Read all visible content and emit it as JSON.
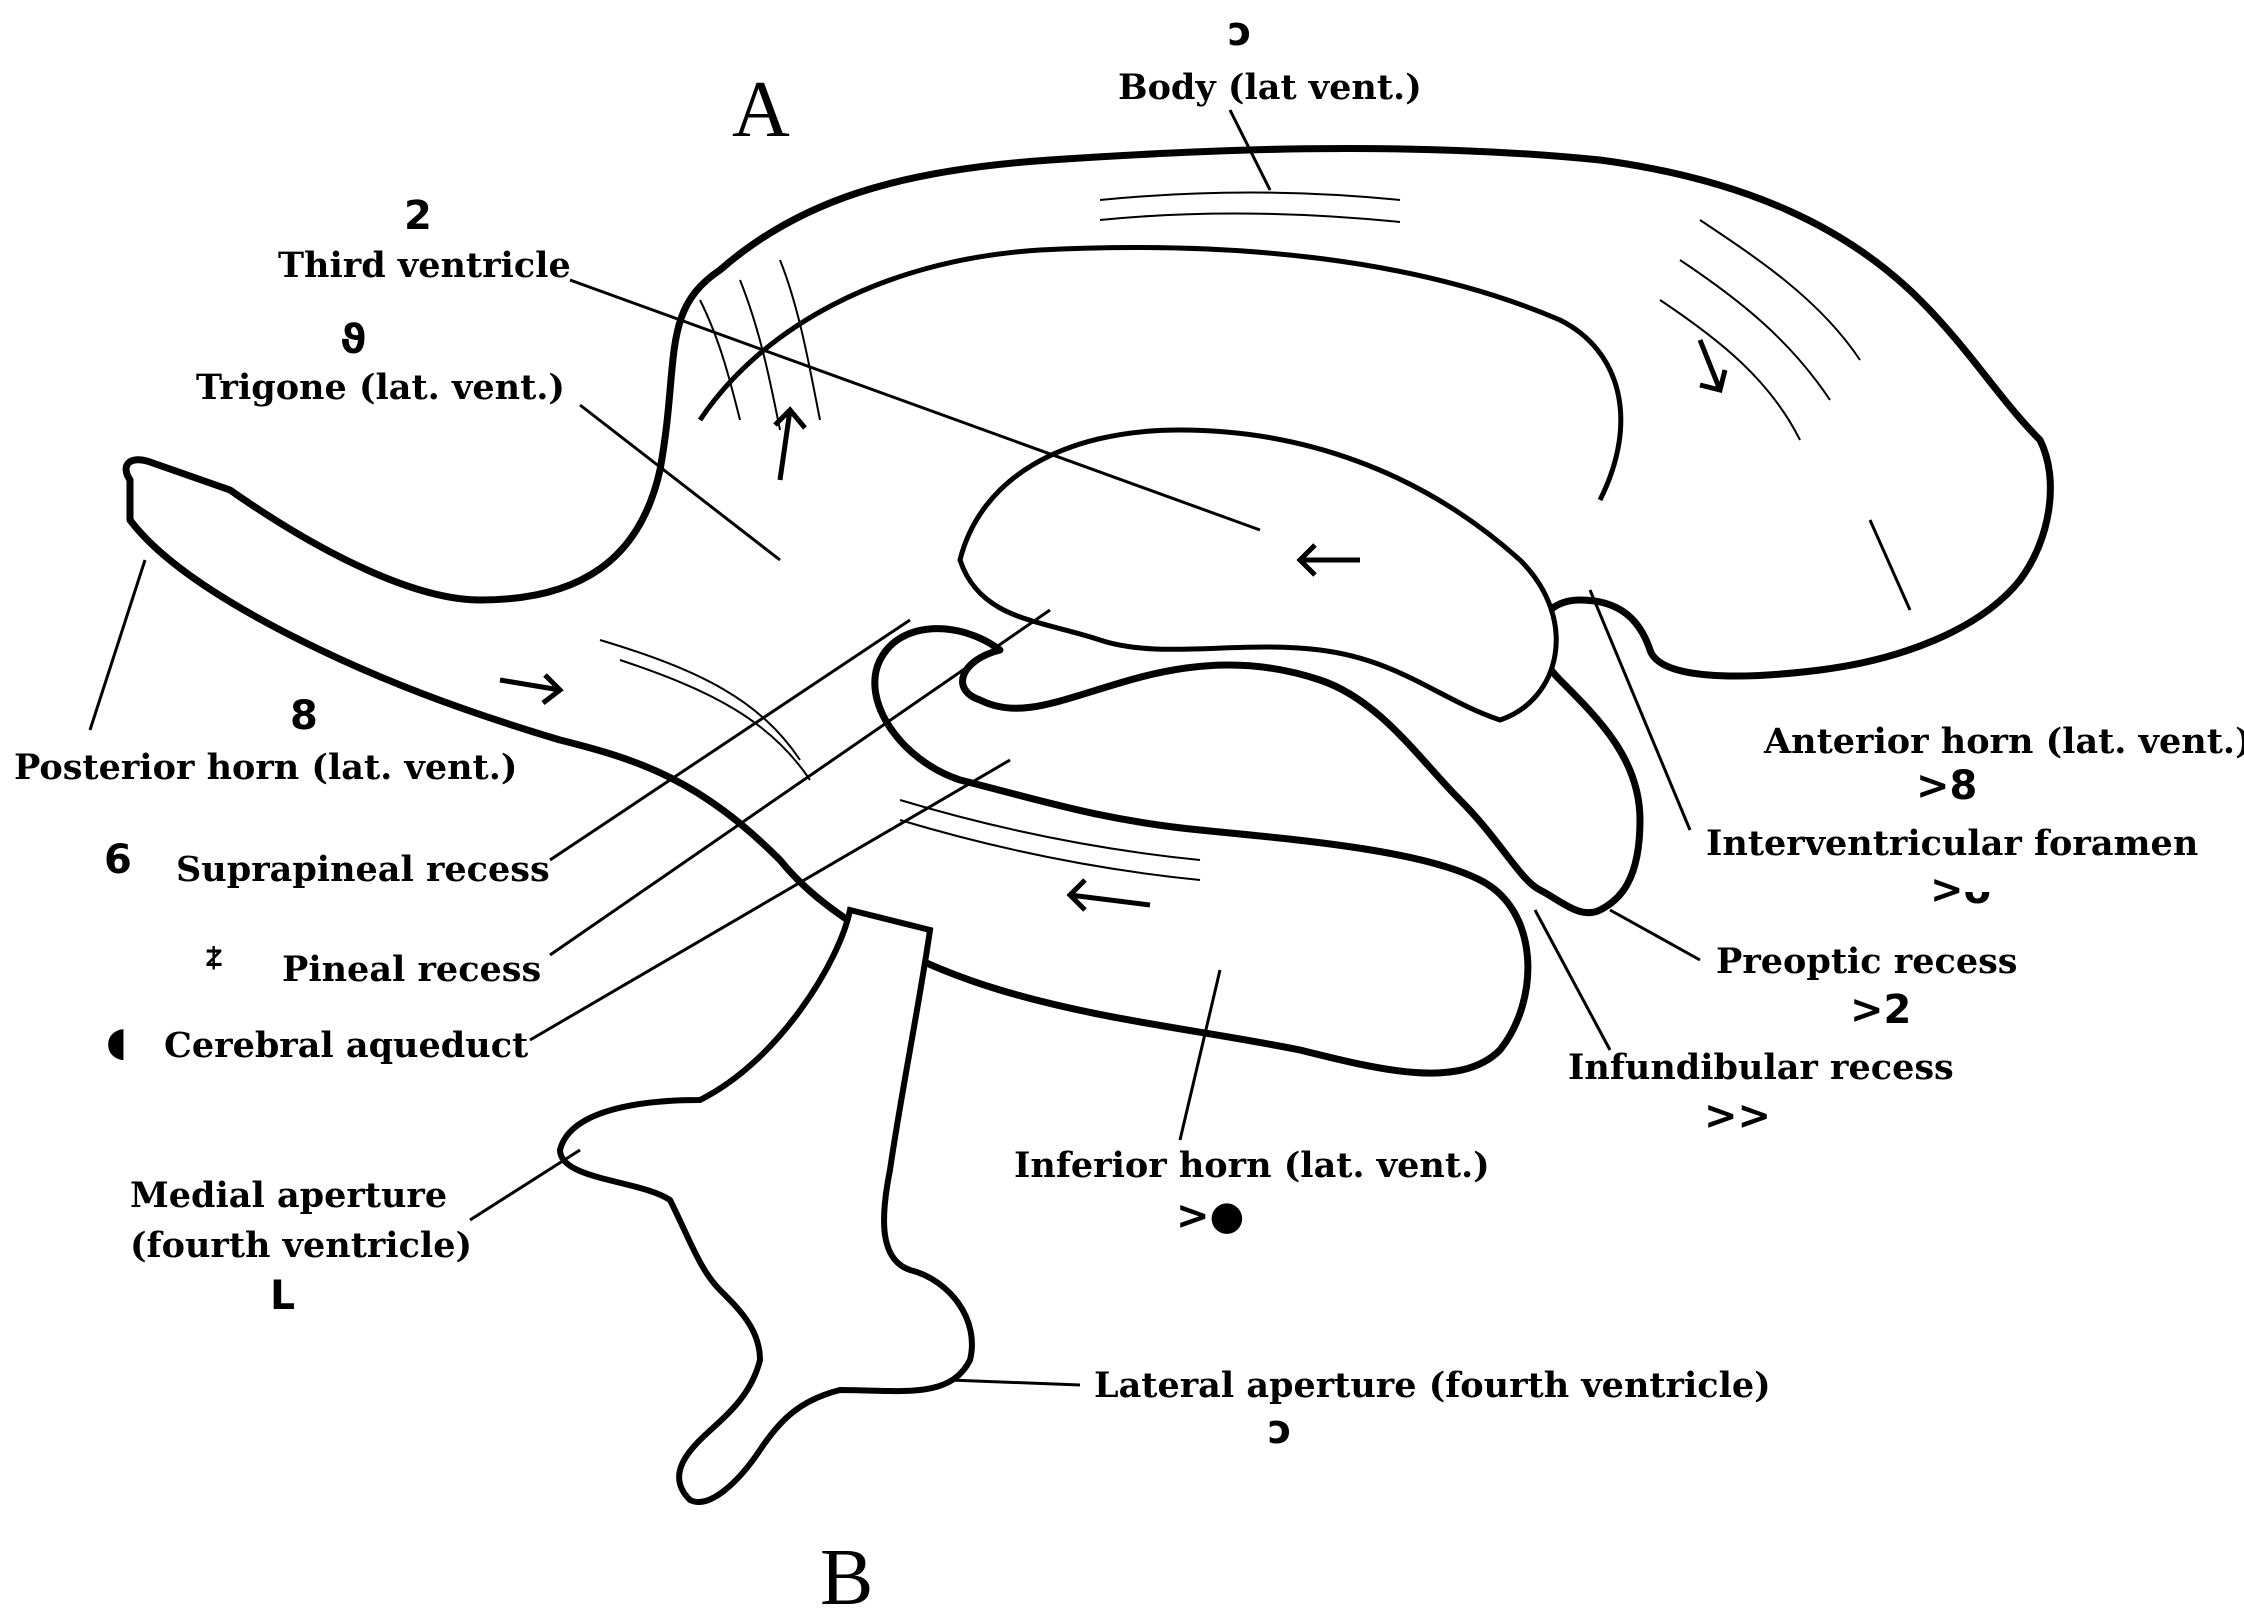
{
  "figure": {
    "letter_top": "A",
    "letter_bottom": "B"
  },
  "labels": {
    "body": "Body (lat vent.)",
    "third_ventricle": "Third ventricle",
    "trigone": "Trigone (lat. vent.)",
    "posterior_horn": "Posterior horn (lat. vent.)",
    "suprapineal_recess": "Suprapineal recess",
    "pineal_recess": "Pineal recess",
    "cerebral_aqueduct": "Cerebral aqueduct",
    "medial_aperture_line1": "Medial aperture",
    "medial_aperture_line2": "(fourth ventricle)",
    "anterior_horn": "Anterior horn (lat. vent.)",
    "interventricular_foramen": "Interventricular foramen",
    "preoptic_recess": "Preoptic recess",
    "infundibular_recess": "Infundibular recess",
    "inferior_horn": "Inferior horn (lat. vent.)",
    "lateral_aperture": "Lateral aperture (fourth ventricle)"
  },
  "handwritten_marks": {
    "body": "ɔ",
    "third_ventricle": "2",
    "trigone": "ϑ",
    "posterior_horn": "8",
    "suprapineal_recess": "6",
    "pineal_recess": "ᙇ",
    "cerebral_aqueduct": "◖",
    "medial_aperture": "ᒪ",
    "anterior_horn": ">8",
    "interventricular_foramen": ">ᴗ",
    "preoptic_recess": ">2",
    "infundibular_recess": ">>",
    "inferior_horn": ">●",
    "lateral_aperture": "ɔ"
  }
}
